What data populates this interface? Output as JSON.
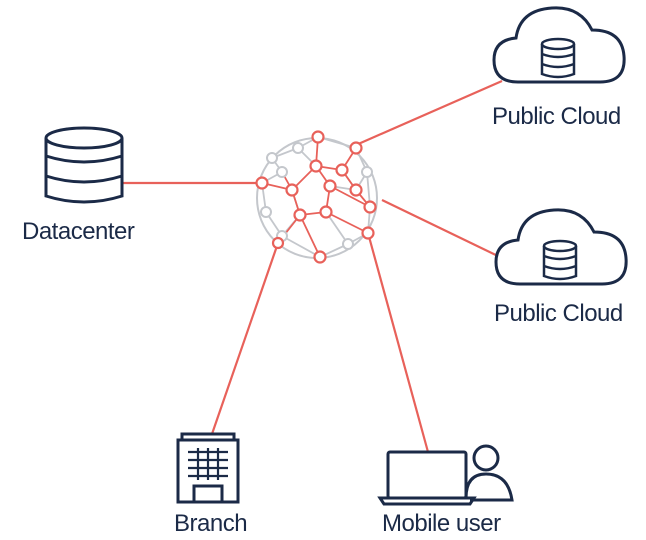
{
  "colors": {
    "accent": "#e8615a",
    "ink": "#1b2a47",
    "mesh_gray": "#c4c7cc"
  },
  "nodes": {
    "datacenter": {
      "label": "Datacenter",
      "icon": "database-icon"
    },
    "public_cloud_top": {
      "label": "Public Cloud",
      "icon": "cloud-database-icon"
    },
    "public_cloud_bottom": {
      "label": "Public Cloud",
      "icon": "cloud-database-icon"
    },
    "branch": {
      "label": "Branch",
      "icon": "office-building-icon"
    },
    "mobile_user": {
      "label": "Mobile user",
      "icon": "laptop-user-icon"
    },
    "network": {
      "icon": "network-mesh-icon"
    }
  }
}
